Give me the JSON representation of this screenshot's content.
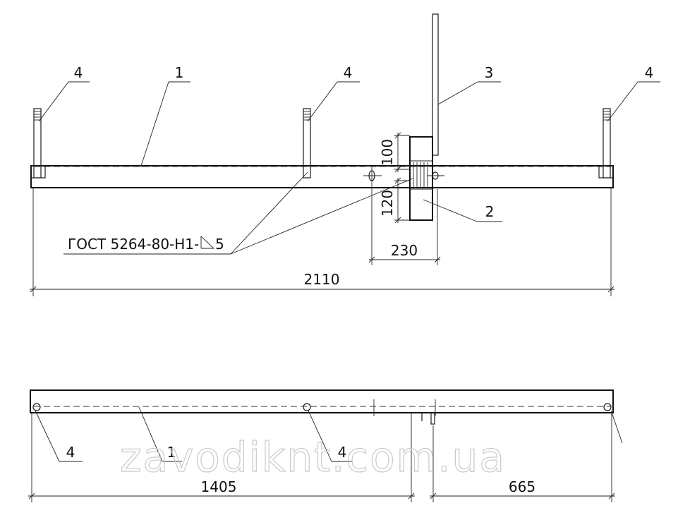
{
  "top_view": {
    "callouts": {
      "part_1": "1",
      "part_2": "2",
      "part_3": "3",
      "part_4_left": "4",
      "part_4_middle": "4",
      "part_4_right": "4"
    },
    "weld_note": "ГОСТ 5264-80-Н1-",
    "weld_leg": "5",
    "dimensions": {
      "overall_length": "2110",
      "plate_width": "230",
      "upper_offset": "100",
      "lower_offset": "120"
    }
  },
  "bottom_view": {
    "callouts": {
      "part_1": "1",
      "part_4_left": "4",
      "part_4_middle": "4"
    },
    "dimensions": {
      "left_span": "1405",
      "right_span": "665"
    }
  },
  "watermark": "zavodiknt.com.ua"
}
